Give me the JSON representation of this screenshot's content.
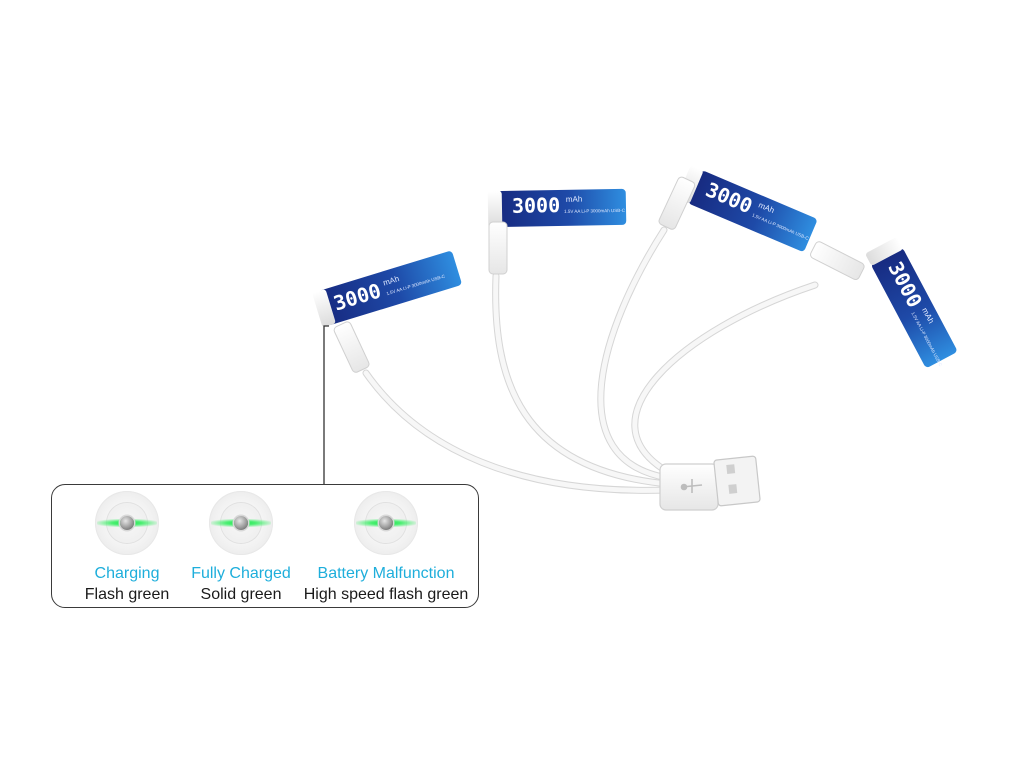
{
  "battery": {
    "capacity": "3000",
    "unit": "mAh",
    "spec_text": "1.5V AA Li-P 3000mAh USB-C"
  },
  "legend": {
    "states": [
      {
        "name": "Charging",
        "description": "Flash green"
      },
      {
        "name": "Fully Charged",
        "description": "Solid green"
      },
      {
        "name": "Battery Malfunction",
        "description": "High speed flash green"
      }
    ]
  },
  "colors": {
    "state_label": "#1eaedb",
    "battery_dark": "#1a2f8a",
    "battery_light": "#2a7fd0",
    "led_green": "#19e34a",
    "cable": "#f4f4f4"
  },
  "icons": [
    "usb-icon",
    "led-indicator-icon"
  ]
}
